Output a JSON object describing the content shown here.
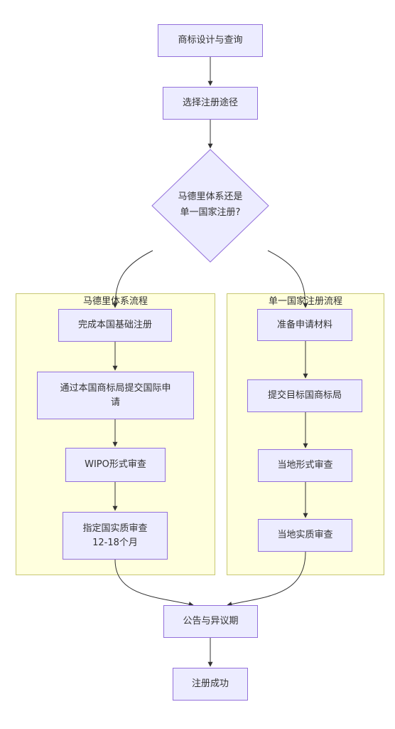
{
  "nodes": {
    "design": "商标设计与查询",
    "choose": "选择注册途径",
    "decision": "马德里体系还是\n单一国家注册?",
    "m1": "完成本国基础注册",
    "m2": "通过本国商标局提交国际申\n请",
    "m3": "WIPO形式审查",
    "m4": "指定国实质审查\n12-18个月",
    "s1": "准备申请材料",
    "s2": "提交目标国商标局",
    "s3": "当地形式审查",
    "s4": "当地实质审查",
    "publish": "公告与异议期",
    "success": "注册成功"
  },
  "clusters": {
    "madrid": "马德里体系流程",
    "single": "单一国家注册流程"
  },
  "colors": {
    "node_fill": "#ececff",
    "node_border": "#9370db",
    "cluster_fill": "#ffffde",
    "cluster_border": "#c8c873",
    "edge": "#333333",
    "text": "#333333"
  }
}
